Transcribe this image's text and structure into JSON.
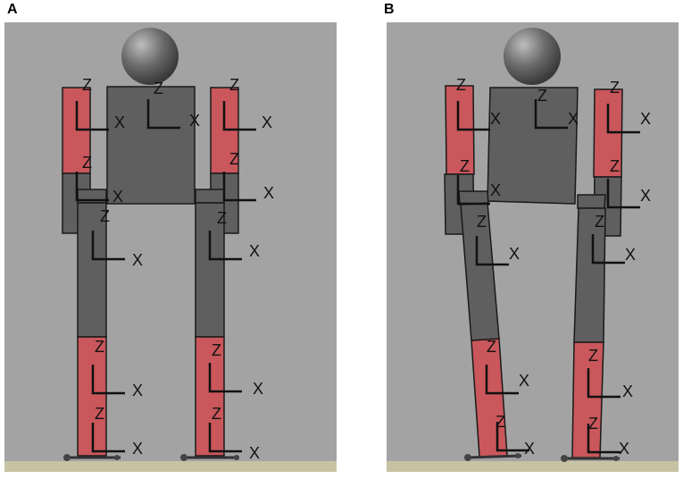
{
  "panels": [
    {
      "id": "A",
      "label": "A",
      "axis_labels": {
        "z": "Z",
        "x": "X"
      }
    },
    {
      "id": "B",
      "label": "B",
      "axis_labels": {
        "z": "Z",
        "x": "X"
      }
    }
  ],
  "colors": {
    "background": "#a3a3a3",
    "floor": "#c7c3a2",
    "link_dark": "#5f5f5f",
    "link_red": "#c9575b",
    "outline": "#1a1a1a",
    "head": "#6a6a6a"
  }
}
